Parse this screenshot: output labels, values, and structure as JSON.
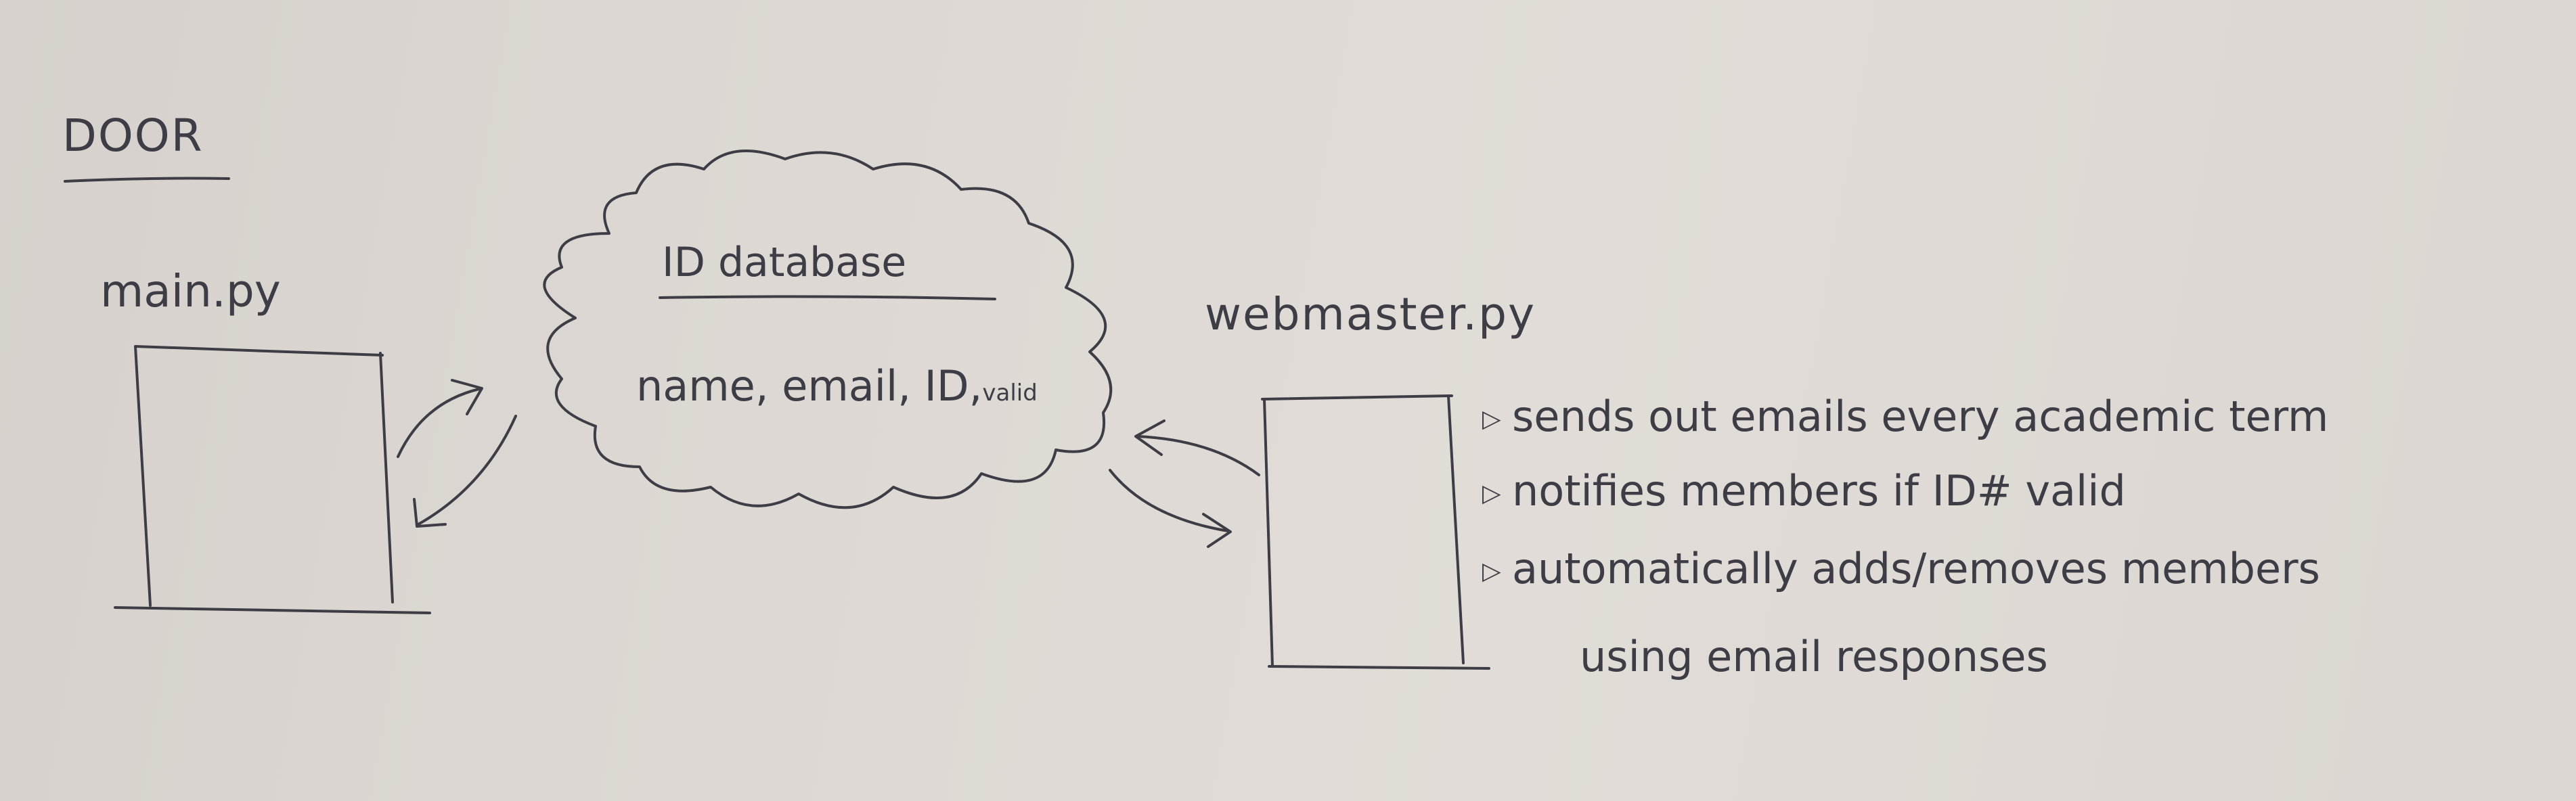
{
  "title": "DOOR",
  "main": {
    "label": "main.py"
  },
  "database": {
    "title": "ID database",
    "fields": "name, email, ID,",
    "fields_valid": "valid"
  },
  "webmaster": {
    "label": "webmaster.py",
    "notes": [
      "sends out emails every academic term",
      "notifies members if ID# valid",
      "automatically adds/removes members",
      "using email responses"
    ]
  },
  "ink_color": "#3e3d46",
  "paper_color": "#dcd7d2"
}
